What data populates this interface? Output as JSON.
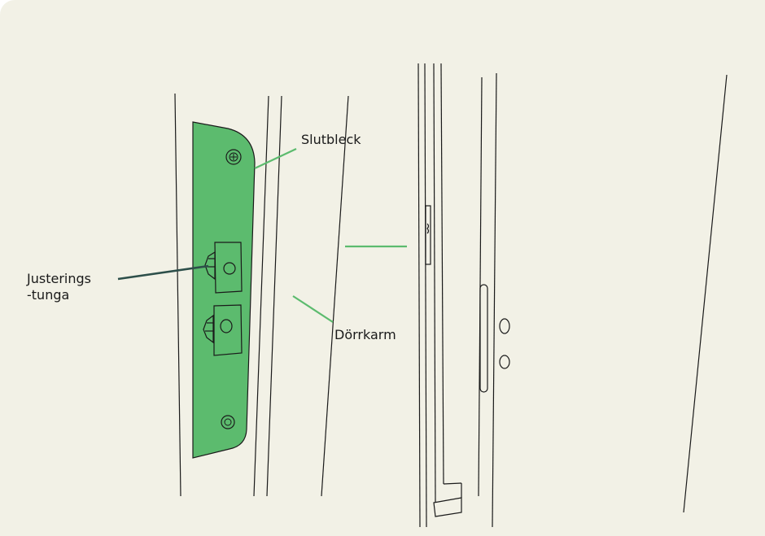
{
  "diagram": {
    "labels": {
      "strike_plate": "Slutbleck",
      "adjustment_tongue": "Justerings\n-tunga",
      "door_frame": "Dörrkarm"
    },
    "colors": {
      "background": "#f2f1e6",
      "plate_fill": "#5cbb6e",
      "leader_green": "#5cbb6e",
      "leader_dark": "#2d4f4a",
      "line": "#1a1a1a"
    }
  }
}
